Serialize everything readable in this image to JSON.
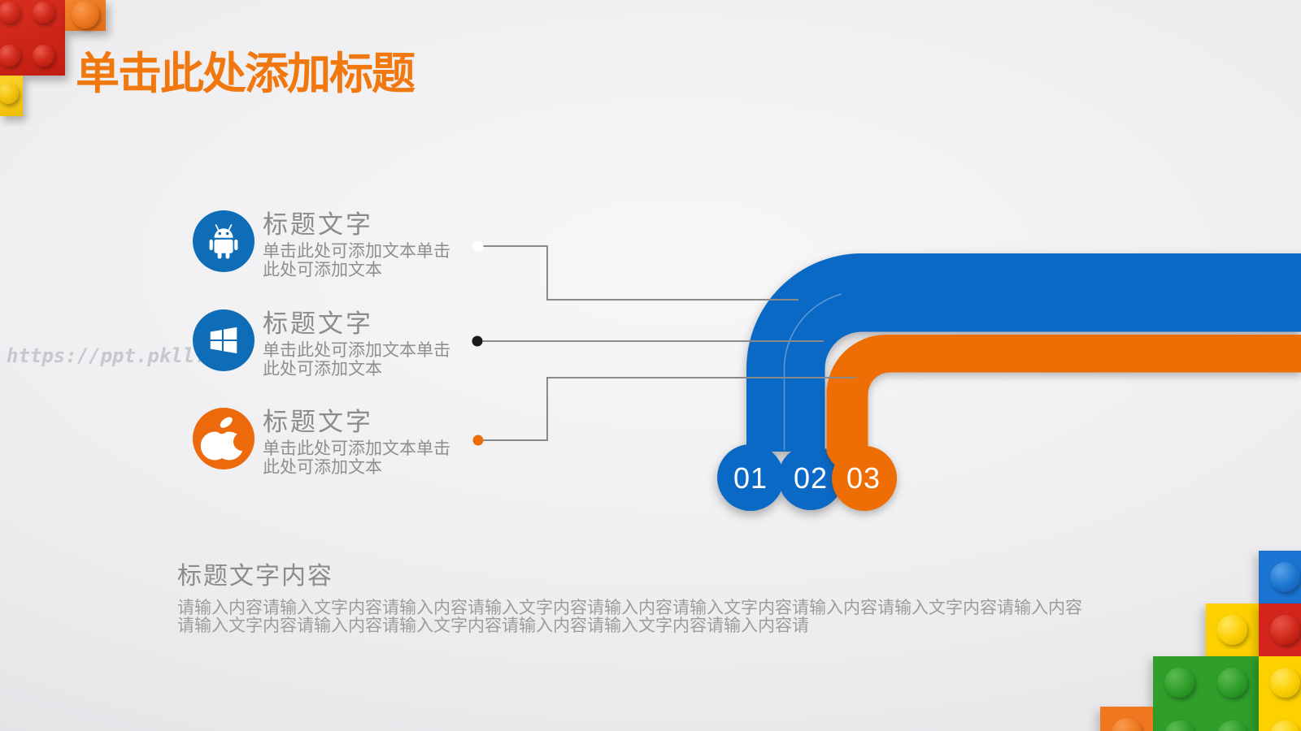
{
  "slide": {
    "title": "单击此处添加标题",
    "watermark": "https://ppt.pkll.de"
  },
  "items": [
    {
      "icon": "android-icon",
      "title": "标题文字",
      "desc": "单击此处可添加文本单击此处可添加文本"
    },
    {
      "icon": "windows-icon",
      "title": "标题文字",
      "desc": "单击此处可添加文本单击此处可添加文本"
    },
    {
      "icon": "apple-icon",
      "title": "标题文字",
      "desc": "单击此处可添加文本单击此处可添加文本"
    }
  ],
  "pipes": {
    "labels": [
      "01",
      "02",
      "03"
    ]
  },
  "bottom": {
    "heading": "标题文字内容",
    "body_lines": [
      "请输入内容请输入文字内容请输入内容请输入文字内容请输入内容请输入文字内容请输入内容请输入文字内容请输入内容",
      "请输入文字内容请输入内容请输入文字内容请输入内容请输入文字内容请输入内容请"
    ]
  },
  "colors": {
    "title_orange": "#f1770f",
    "pipe_blue": "#0b69c6",
    "pipe_orange": "#ee6d04",
    "icon_blue": "#0e6db6",
    "icon_orange": "#ec6a0c",
    "connector_gray": "#8a8a8a",
    "dot_white": "#ffffff",
    "dot_black": "#1b1b1b",
    "dot_orange": "#ee6d08",
    "heading_gray": "#8b8b8b",
    "body_gray": "#9c9c9e",
    "watermark_gray": "#c5c8ce",
    "lego_top_left": [
      "red",
      "orange",
      "yellow"
    ],
    "lego_bottom_right": [
      "blue",
      "yellow",
      "red",
      "green",
      "yellow",
      "orange"
    ]
  }
}
